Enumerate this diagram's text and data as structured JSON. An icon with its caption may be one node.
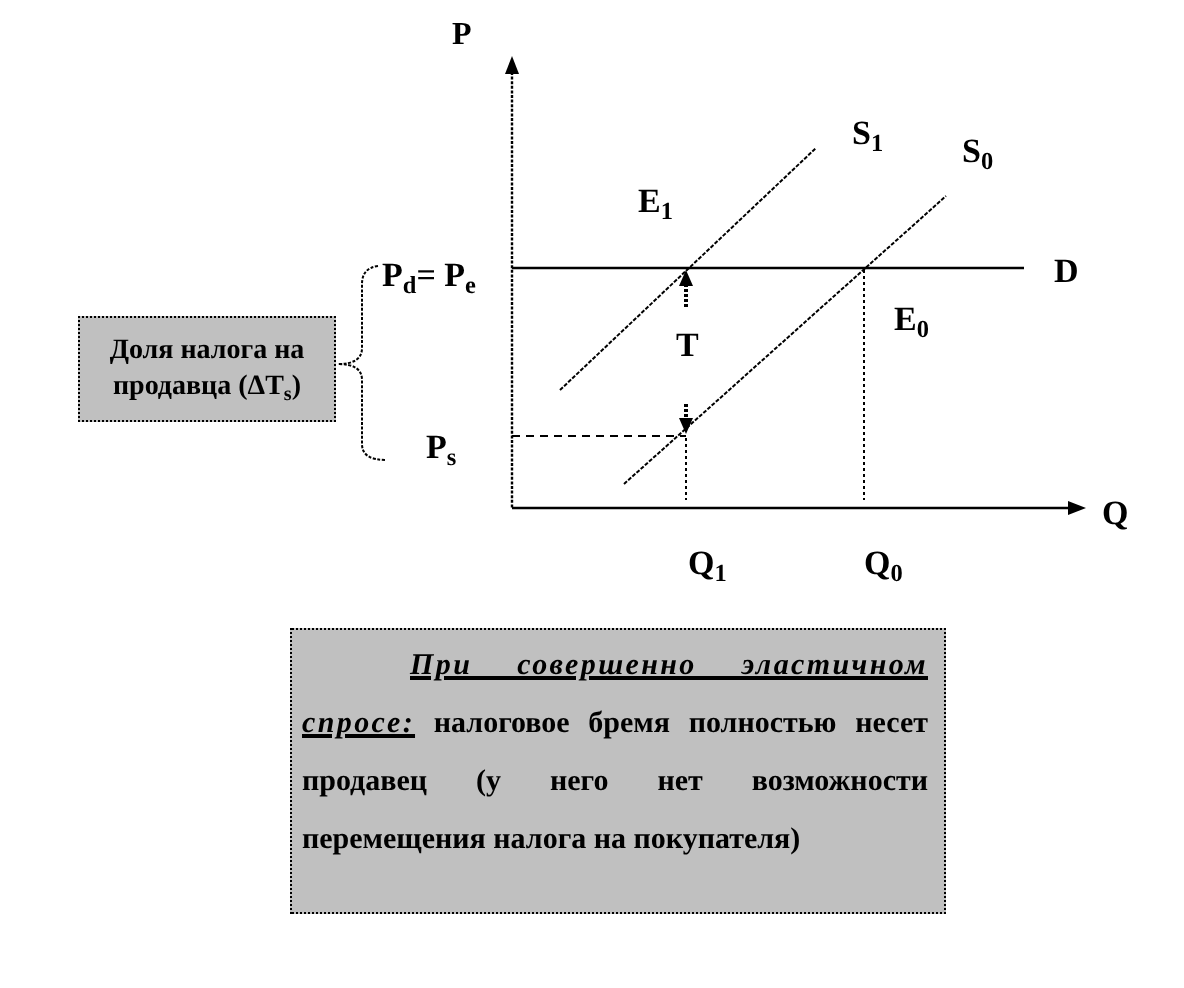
{
  "diagram": {
    "nodes": [
      {
        "text": [
          "Доля налога на продавца (ΔT$_{s}$)"
        ]
      },
      {
        "text": [
          "*При совершенно эластичном спросе:* налоговое бремя полностью несет продавец (у него нет возможности перемещения налога на покупателя)"
        ]
      }
    ],
    "labels": [
      "P",
      "S$_{1}$",
      "S$_{0}$",
      "E$_{1}$",
      "P$_{d}$= P$_{e}$",
      "D",
      "E$_{0}$",
      "T",
      "P$_{s}$",
      "Q",
      "Q$_{1}$",
      "Q$_{0}$"
    ]
  }
}
